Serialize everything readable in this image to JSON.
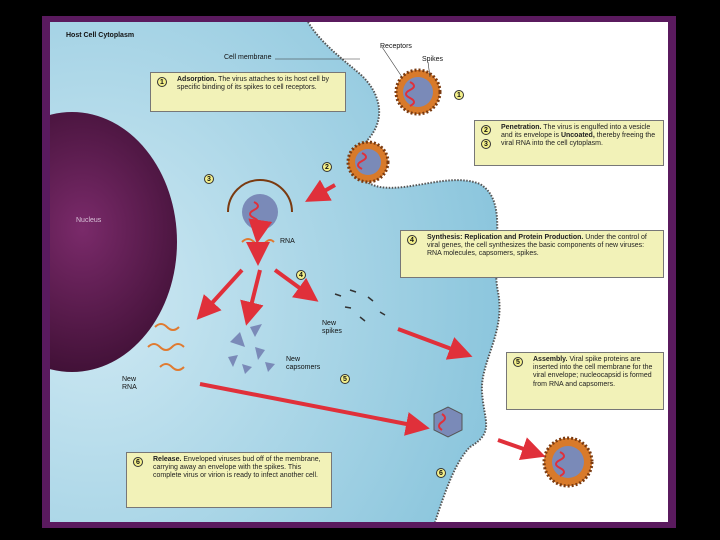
{
  "labels": {
    "host": "Host Cell Cytoplasm",
    "membrane": "Cell membrane",
    "receptors": "Receptors",
    "spikes": "Spikes",
    "nucleus": "Nucleus",
    "rna": "RNA",
    "new_spikes_1": "New",
    "new_spikes_2": "spikes",
    "new_capsomers_1": "New",
    "new_capsomers_2": "capsomers",
    "new_rna_1": "New",
    "new_rna_2": "RNA"
  },
  "steps": {
    "s1": {
      "num": "1",
      "title": "Adsorption.",
      "text": " The virus attaches to its host cell by specific binding of its spikes to cell receptors."
    },
    "s2": {
      "num": "2",
      "title": "Penetration.",
      "text": " The virus is engulfed into a vesicle and its envelope is"
    },
    "s3": {
      "num": "3",
      "title": "Uncoated,",
      "text": " thereby freeing the viral RNA into the cell cytoplasm."
    },
    "s4": {
      "num": "4",
      "title": "Synthesis: Replication and Protein Production.",
      "text": " Under the control of viral genes, the cell synthesizes the basic components of new viruses: RNA molecules, capsomers, spikes."
    },
    "s5": {
      "num": "5",
      "title": "Assembly.",
      "text": " Viral spike proteins are inserted into the cell membrane for the viral envelope; nucleocapsid is formed from RNA and capsomers."
    },
    "s6": {
      "num": "6",
      "title": "Release.",
      "text": " Enveloped viruses bud off of the membrane, carrying away an envelope with the spikes. This complete virus or virion is ready to infect another cell."
    }
  },
  "markers": [
    "1",
    "2",
    "3",
    "4",
    "5",
    "6"
  ],
  "colors": {
    "frame": "#5a1a5e",
    "cytoplasm": "#9fd3e6",
    "nucleus": "#5b1d4f",
    "arrow": "#e0303a",
    "box": "#f2f2b8",
    "virus_envelope": "#d87a2a"
  }
}
